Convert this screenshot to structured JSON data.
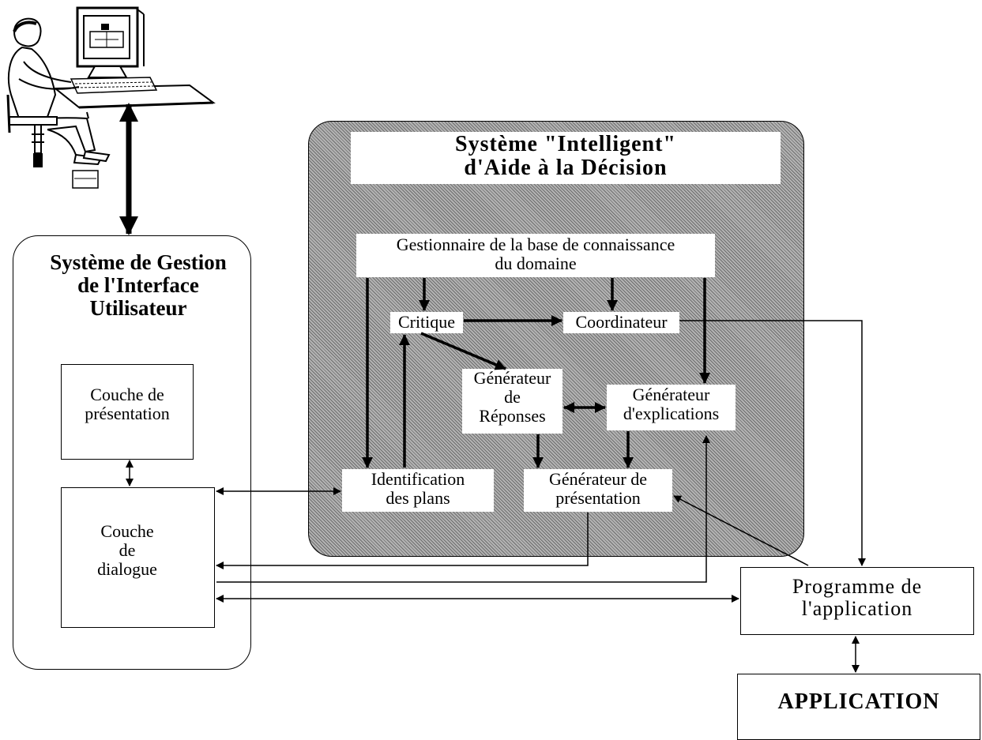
{
  "sgiu": {
    "title": "Système de Gestion\nde l'Interface\nUtilisateur",
    "presentation_layer": "Couche de\nprésentation",
    "dialogue_layer": "Couche\nde\ndialogue"
  },
  "sia": {
    "title": "Système \"Intelligent\"\nd'Aide à la Décision",
    "knowledge_manager": "Gestionnaire de la base de connaissance\ndu domaine",
    "critic": "Critique",
    "coordinator": "Coordinateur",
    "response_generator": "Générateur\nde\nRéponses",
    "explanation_generator": "Générateur\nd'explications",
    "plan_identification": "Identification\ndes plans",
    "presentation_generator": "Générateur de\nprésentation"
  },
  "program": {
    "label": "Programme de\nl'application"
  },
  "application": {
    "label": "APPLICATION"
  },
  "colors": {
    "panel_fill": "#8a8a8a",
    "stroke": "#000000",
    "box_fill": "#ffffff"
  },
  "icons": {
    "user": "user-at-computer-icon"
  }
}
